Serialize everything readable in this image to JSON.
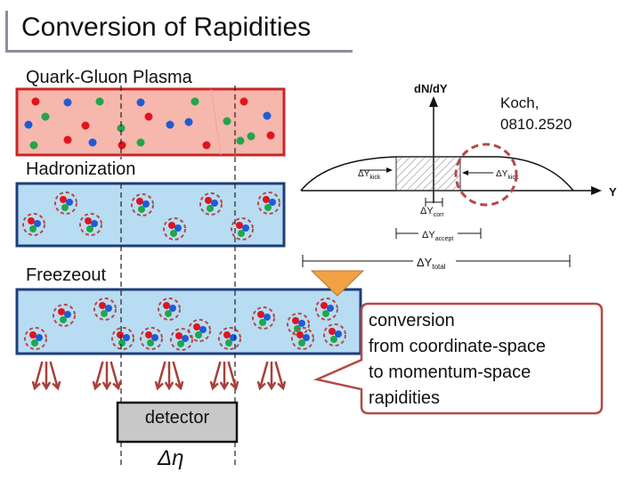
{
  "title": "Conversion of Rapidities",
  "stages": {
    "qgp": "Quark-Gluon Plasma",
    "hadronization": "Hadronization",
    "freezeout": "Freezeout"
  },
  "reference": {
    "line1": "Koch,",
    "line2": "0810.2520"
  },
  "detector_label": "detector",
  "delta_eta_label": "Δη",
  "bubble": {
    "lines": [
      "conversion",
      "from coordinate-space",
      "to momentum-space",
      "rapidities"
    ]
  },
  "plot": {
    "ylabel": "dN/dY",
    "xlabel": "Y",
    "kick_left": "ΔY",
    "kick_left_sub": "kick",
    "kick_right": "ΔY",
    "kick_right_sub": "kick",
    "corr": "ΔY",
    "corr_sub": "corr",
    "accept": "ΔY",
    "accept_sub": "accept",
    "total": "ΔY",
    "total_sub": "total"
  },
  "colors": {
    "qgp_fill": "#f6b7ad",
    "qgp_border": "#c62828",
    "hadron_fill": "#b8dcf2",
    "hadron_border": "#1f3d7a",
    "quark_red": "#e0141e",
    "quark_green": "#21a64a",
    "quark_blue": "#1f5bd6",
    "arrow": "#a8403a",
    "triangle": "#f0a245",
    "bubble_border": "#b34a48",
    "dashed_circle": "#b34a48"
  }
}
